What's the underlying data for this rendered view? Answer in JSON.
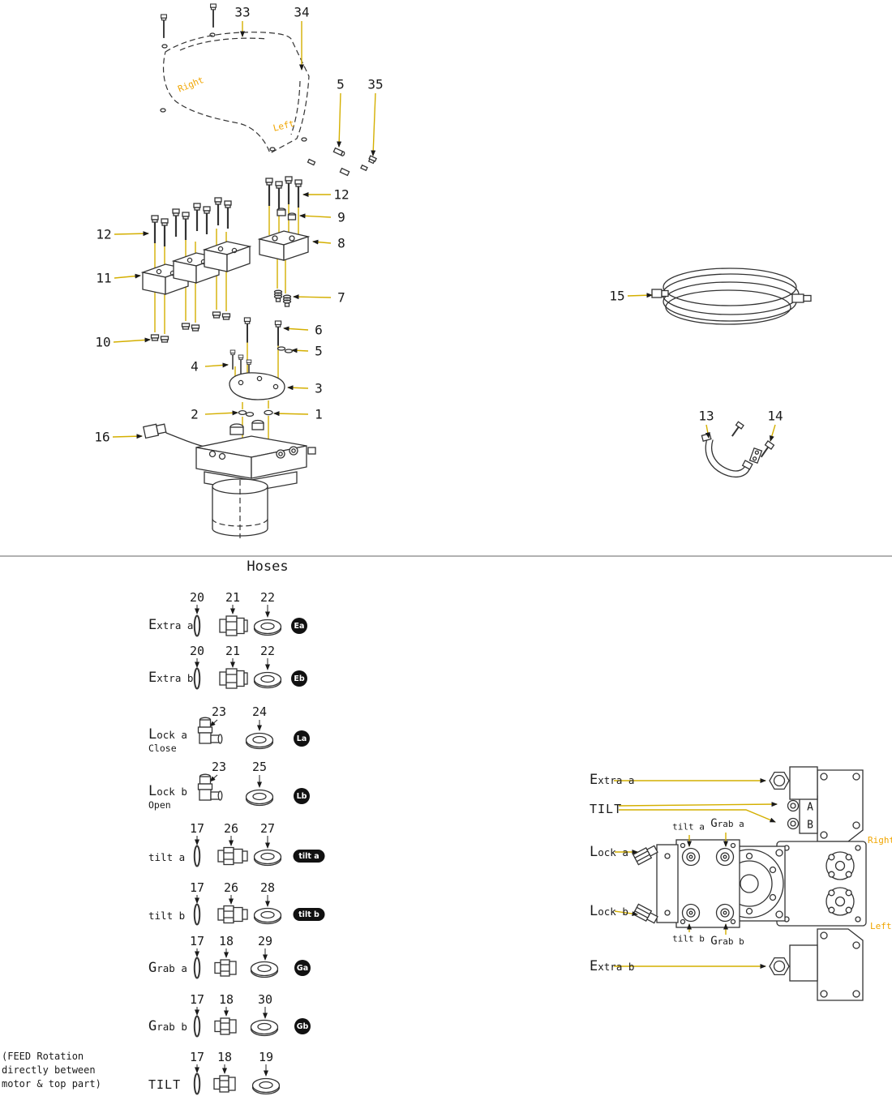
{
  "colors": {
    "ink": "#1a1a1a",
    "line": "#333333",
    "leader": "#d4af00",
    "orientation_label": "#f0a500",
    "badge_bg": "#111111",
    "badge_fg": "#ffffff"
  },
  "exploded": {
    "callouts": {
      "n1": "1",
      "n2": "2",
      "n3": "3",
      "n4": "4",
      "n5": "5",
      "n6": "6",
      "n7": "7",
      "n8": "8",
      "n9": "9",
      "n10": "10",
      "n11": "11",
      "n12": "12",
      "n13": "13",
      "n14": "14",
      "n15": "15",
      "n16": "16",
      "n33": "33",
      "n34": "34",
      "n35": "35"
    },
    "orientation": {
      "right": "Right",
      "left": "Left"
    }
  },
  "hoses_panel": {
    "title": "Hoses",
    "rows": [
      {
        "name": "Extra a",
        "parts": [
          "20",
          "21",
          "22"
        ],
        "badge": "Ea"
      },
      {
        "name": "Extra b",
        "parts": [
          "20",
          "21",
          "22"
        ],
        "badge": "Eb"
      },
      {
        "name": "Lock a",
        "name2": "Close",
        "parts": [
          "23",
          "24"
        ],
        "badge": "La"
      },
      {
        "name": "Lock b",
        "name2": "Open",
        "parts": [
          "23",
          "25"
        ],
        "badge": "Lb"
      },
      {
        "name": "tilt a",
        "parts": [
          "17",
          "26",
          "27"
        ],
        "badge": "tilt a"
      },
      {
        "name": "tilt b",
        "parts": [
          "17",
          "26",
          "28"
        ],
        "badge": "tilt b"
      },
      {
        "name": "Grab a",
        "parts": [
          "17",
          "18",
          "29"
        ],
        "badge": "Ga"
      },
      {
        "name": "Grab b",
        "parts": [
          "17",
          "18",
          "30"
        ],
        "badge": "Gb"
      },
      {
        "name": "TILT",
        "parts": [
          "17",
          "18",
          "19"
        ],
        "badge": ""
      }
    ],
    "note_lines": [
      "(FEED Rotation",
      "directly between",
      "motor & top part)"
    ]
  },
  "rotator_panel": {
    "labels": {
      "extra_a": "Extra a",
      "tilt": "TILT",
      "port_a": "A",
      "port_b": "B",
      "lock_a": "Lock a",
      "lock_b": "Lock b",
      "extra_b": "Extra b",
      "tilt_a": "tilt a",
      "grab_a": "Grab a",
      "tilt_b": "tilt b",
      "grab_b": "Grab b",
      "right": "Right",
      "left": "Left"
    }
  }
}
